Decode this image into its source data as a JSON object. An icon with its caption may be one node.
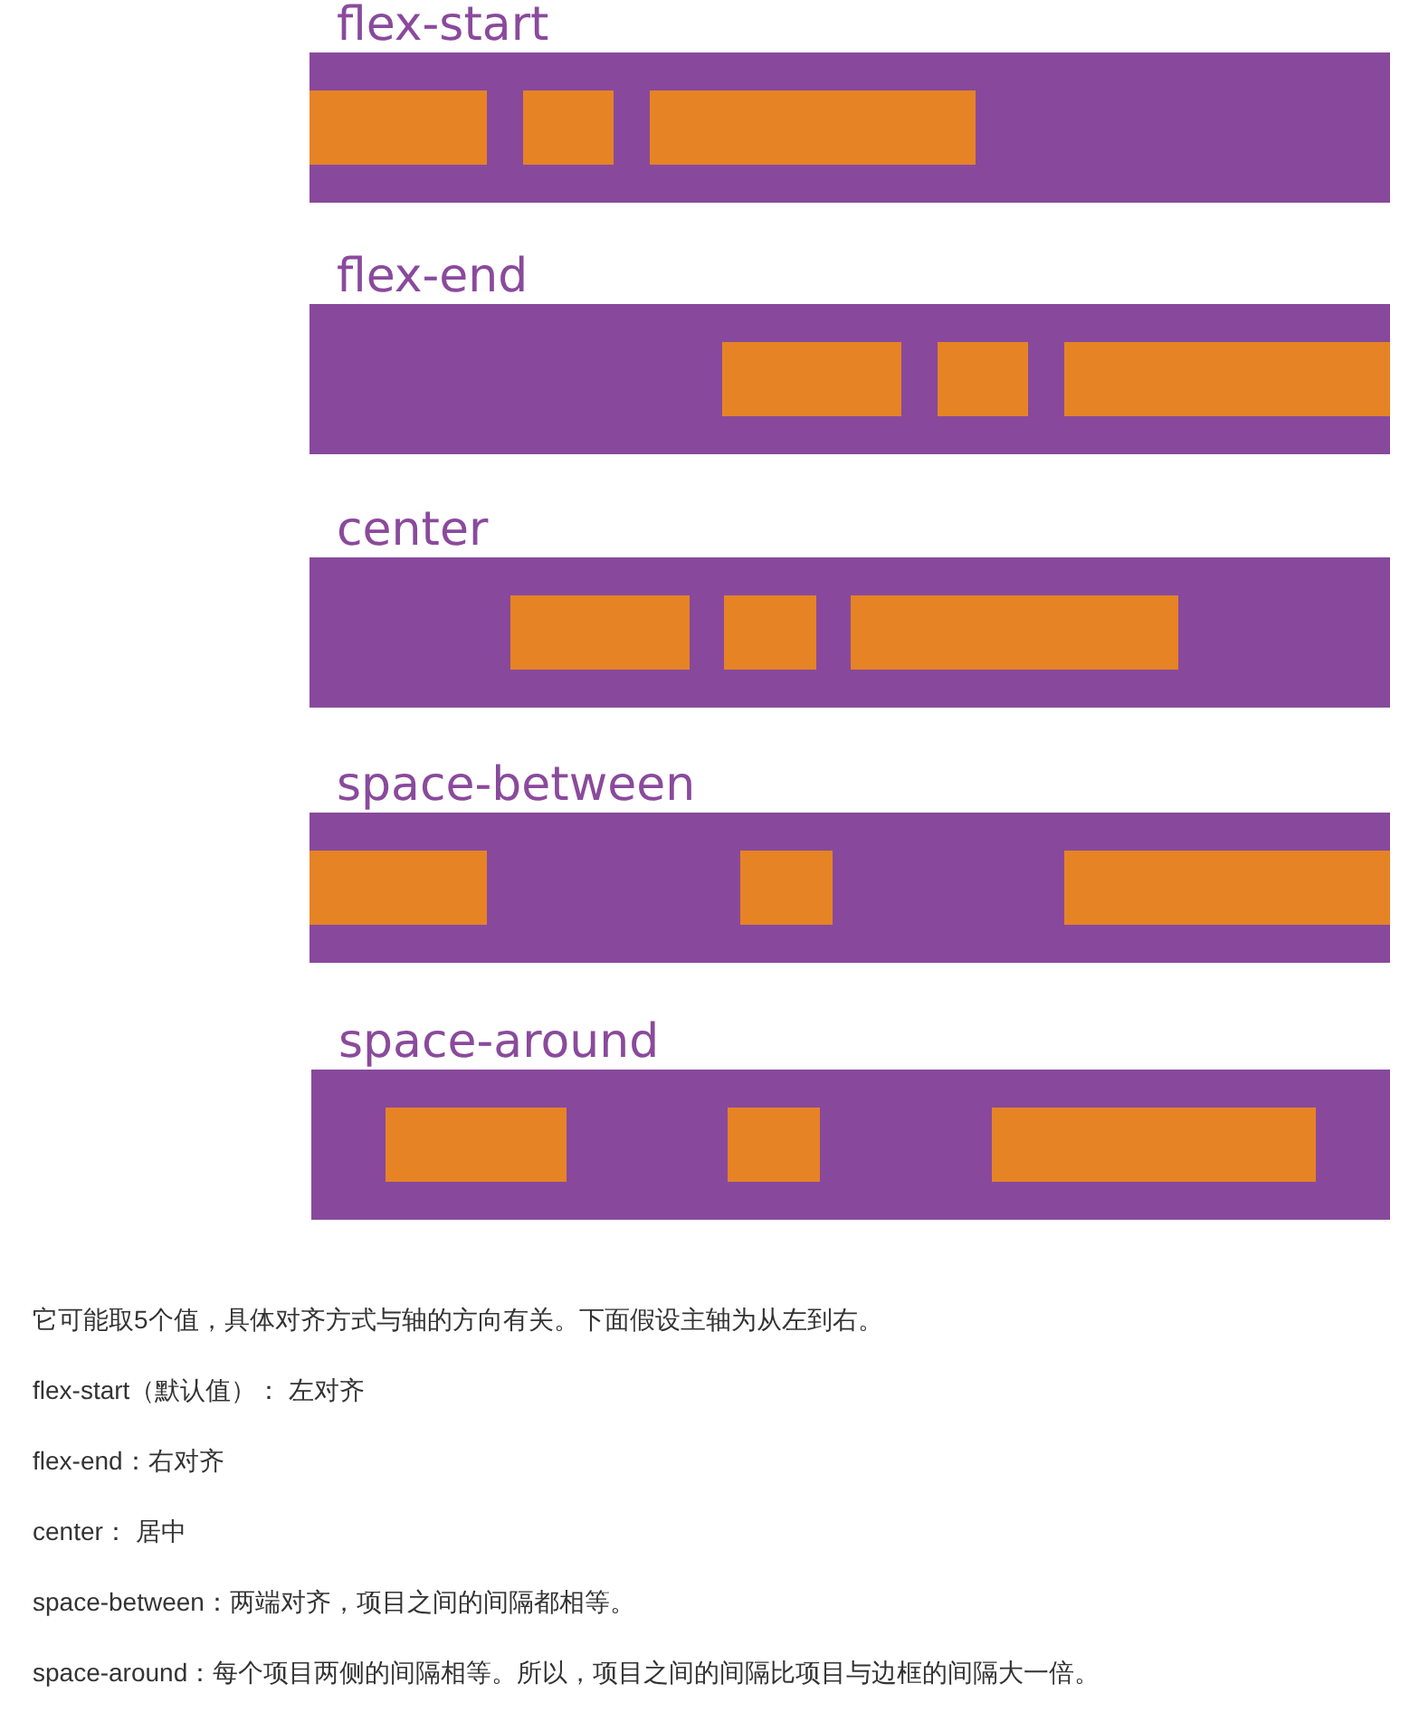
{
  "diagram": {
    "nodes": [
      {
        "text": [
          "flex-start"
        ]
      },
      {
        "text": [],
        "shape": "box",
        "in": 0
      },
      {
        "text": [],
        "shape": "box",
        "in": 0
      },
      {
        "text": [],
        "shape": "box",
        "in": 0
      },
      {
        "text": [
          "flex-end"
        ]
      },
      {
        "text": [],
        "shape": "box",
        "in": 4
      },
      {
        "text": [],
        "shape": "box",
        "in": 4
      },
      {
        "text": [],
        "shape": "box",
        "in": 4
      },
      {
        "text": [
          "center"
        ]
      },
      {
        "text": [],
        "shape": "box",
        "in": 8
      },
      {
        "text": [],
        "shape": "box",
        "in": 8
      },
      {
        "text": [],
        "shape": "box",
        "in": 8
      },
      {
        "text": [
          "space-between"
        ]
      },
      {
        "text": [],
        "shape": "box",
        "in": 12
      },
      {
        "text": [],
        "shape": "box",
        "in": 12
      },
      {
        "text": [],
        "shape": "box",
        "in": 12
      },
      {
        "text": [
          "space-around"
        ]
      },
      {
        "text": [],
        "shape": "box",
        "in": 16
      },
      {
        "text": [],
        "shape": "box",
        "in": 16
      },
      {
        "text": [],
        "shape": "box",
        "in": 16
      }
    ],
    "labels": [
      "它可能取5个值，具体对齐方式与轴的方向有关。下面假设主轴为从左到右。",
      "flex-start（默认值）： 左对齐",
      "flex-end：右对齐",
      "center： 居中",
      "space-between：两端对齐，项目之间的间隔都相等。",
      "space-around：每个项目两侧的间隔相等。所以，项目之间的间隔比项目与边框的间隔大一倍。"
    ]
  }
}
